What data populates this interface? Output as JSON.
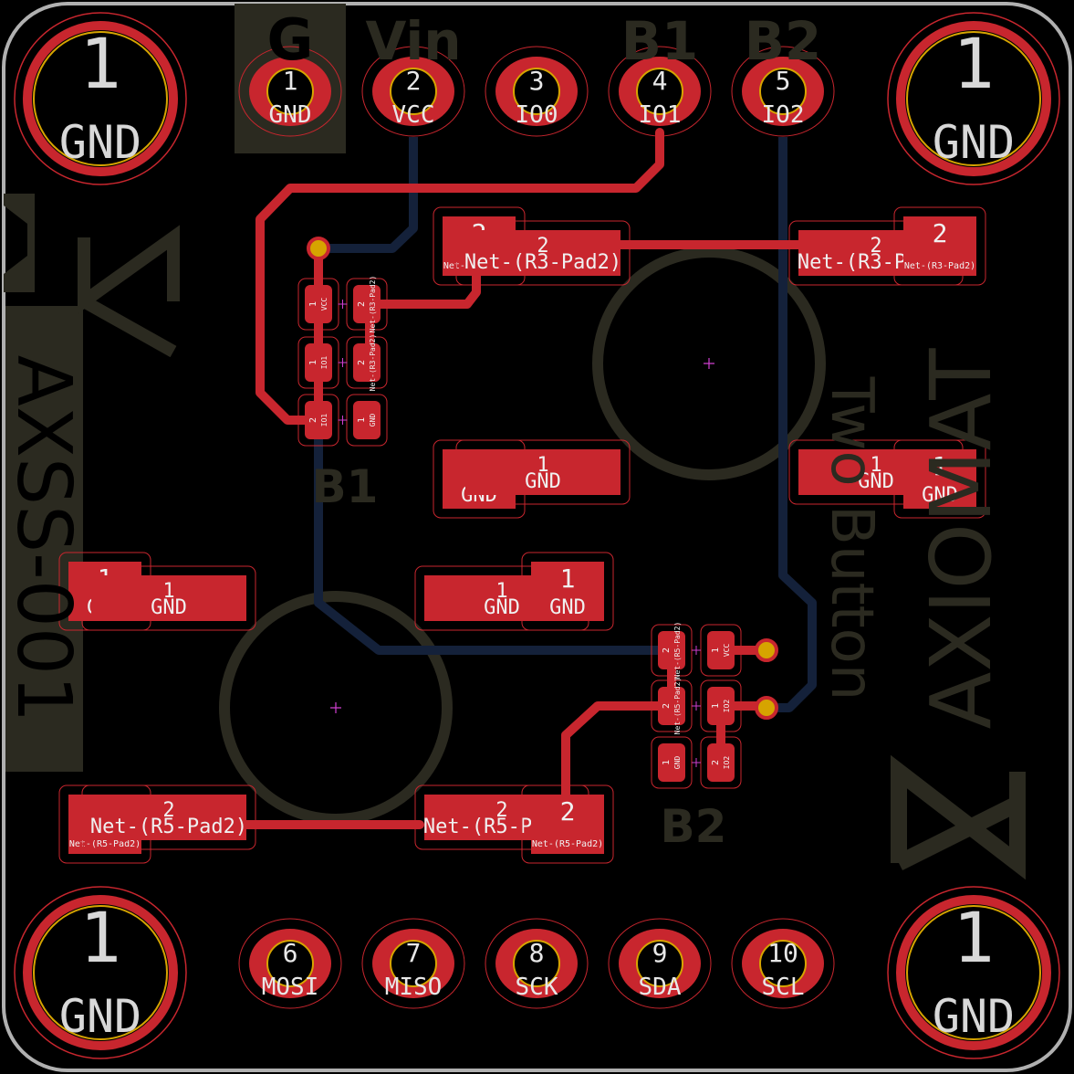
{
  "header_pins": [
    {
      "num": "1",
      "net": "GND",
      "label": "G"
    },
    {
      "num": "2",
      "net": "VCC",
      "label": "Vin"
    },
    {
      "num": "3",
      "net": "IO0",
      "label": ""
    },
    {
      "num": "4",
      "net": "IO1",
      "label": "B1"
    },
    {
      "num": "5",
      "net": "IO2",
      "label": "B2"
    }
  ],
  "bottom_pins": [
    {
      "num": "6",
      "net": "MOSI"
    },
    {
      "num": "7",
      "net": "MISO"
    },
    {
      "num": "8",
      "net": "SCK"
    },
    {
      "num": "9",
      "net": "SDA"
    },
    {
      "num": "10",
      "net": "SCL"
    }
  ],
  "mount_holes": {
    "num": "1",
    "net": "GND"
  },
  "silkscreen": {
    "left_vertical": "AXSS-001",
    "right_vertical": "AXIOMAT",
    "two_button": "Two Button",
    "b1": "B1",
    "b2": "B2"
  },
  "button_pads": {
    "net_r3": "Net-(R3-Pad2)",
    "net_r5": "Net-(R5-Pad2)",
    "gnd": "GND",
    "pad1": "1",
    "pad2": "2"
  },
  "smd": {
    "r1_a": {
      "p1": "VCC",
      "p2": "Net-(R3-Pad2)"
    },
    "r1_b": {
      "p1": "IO1",
      "p2": "Net-(R3-Pad2)"
    },
    "r1_c": {
      "p1": "IO1",
      "p2": "GND"
    },
    "r2_a": {
      "p1": "Net-(R5-Pad2)",
      "p2": "VCC"
    },
    "r2_b": {
      "p1": "Net-(R5-Pad2)",
      "p2": "IO2"
    },
    "r2_c": {
      "p1": "GND",
      "p2": "IO2"
    }
  },
  "colors": {
    "copper": "#c8262e",
    "drill": "#d6a400",
    "silk": "#2b2a20",
    "back_trace": "#14213a",
    "outline": "#b0b0b0"
  }
}
